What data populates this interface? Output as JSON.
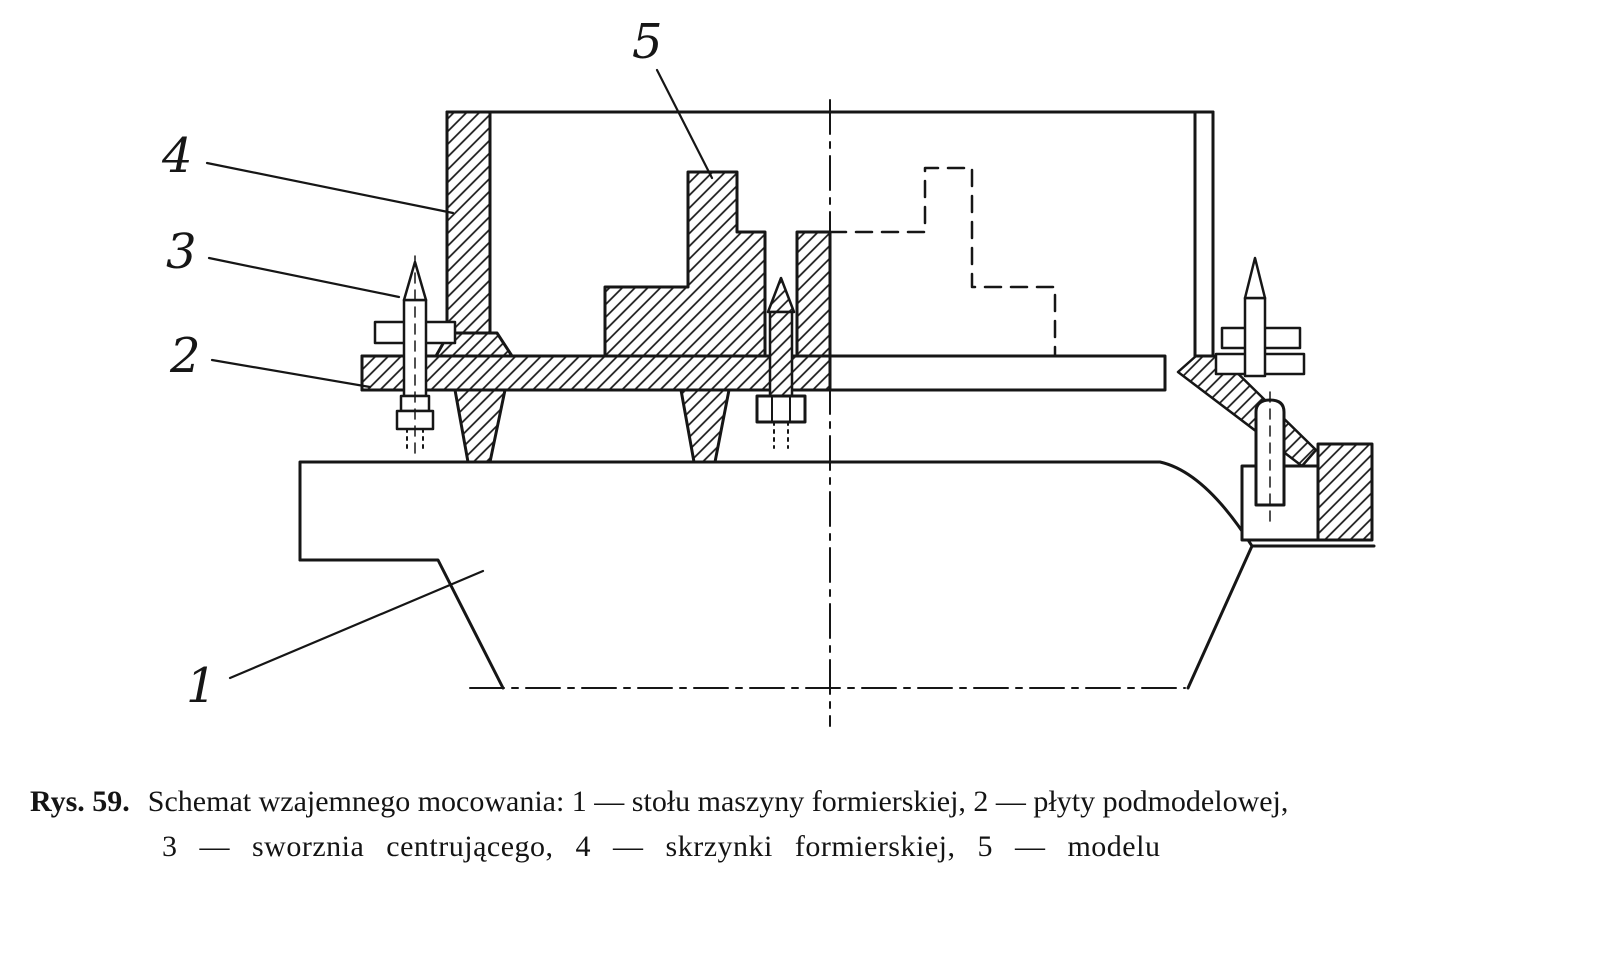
{
  "figure": {
    "labels": {
      "l1": "1",
      "l2": "2",
      "l3": "3",
      "l4": "4",
      "l5": "5"
    },
    "caption": {
      "fig_label": "Rys. 59.",
      "line1": "Schemat wzajemnego mocowania: 1 — stołu maszyny formierskiej, 2 — płyty podmodelowej,",
      "line2": "3 — sworznia centrującego, 4 — skrzynki formierskiej, 5 — modelu"
    },
    "colors": {
      "ink": "#161616",
      "paper": "#ffffff"
    }
  }
}
